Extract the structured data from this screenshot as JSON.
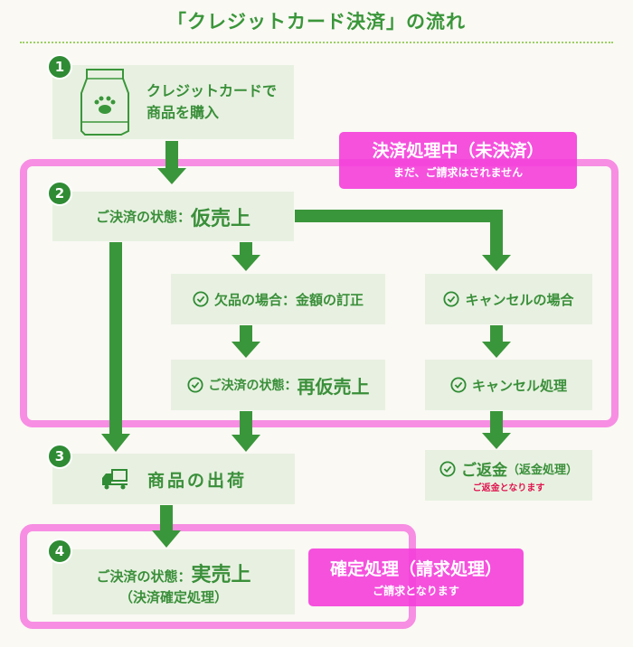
{
  "title": "「クレジットカード決済」の流れ",
  "colors": {
    "green": "#3a8f3a",
    "box_bg": "#e8f1e1",
    "pink_frame": "#f78ee3",
    "pink_label": "#f43eda",
    "refund_note": "#e0134f"
  },
  "steps": [
    {
      "number": "1",
      "line1": "クレジットカードで",
      "line2": "商品を購入",
      "icon": "pet-food-bag-icon"
    },
    {
      "number": "2",
      "prefix": "ご決済の状態：",
      "emphasis": "仮売上"
    },
    {
      "number": "3",
      "label": "商品の出荷",
      "icon": "truck-icon"
    },
    {
      "number": "4",
      "prefix": "ご決済の状態：",
      "emphasis": "実売上",
      "sub": "（決済確定処理）"
    }
  ],
  "branch_shortage": {
    "case": {
      "prefix": "欠品の場合：",
      "emphasis": "金額の訂正"
    },
    "result": {
      "prefix": "ご決済の状態：",
      "emphasis": "再仮売上"
    }
  },
  "branch_cancel": {
    "case": "キャンセルの場合",
    "result": "キャンセル処理",
    "refund": {
      "main": "ご返金",
      "paren": "（返金処理）",
      "note": "ご返金となります"
    }
  },
  "pending_label": {
    "title": "決済処理中（未決済）",
    "sub": "まだ、ご請求はされません"
  },
  "confirm_label": {
    "title": "確定処理（請求処理）",
    "sub": "ご請求となります"
  }
}
